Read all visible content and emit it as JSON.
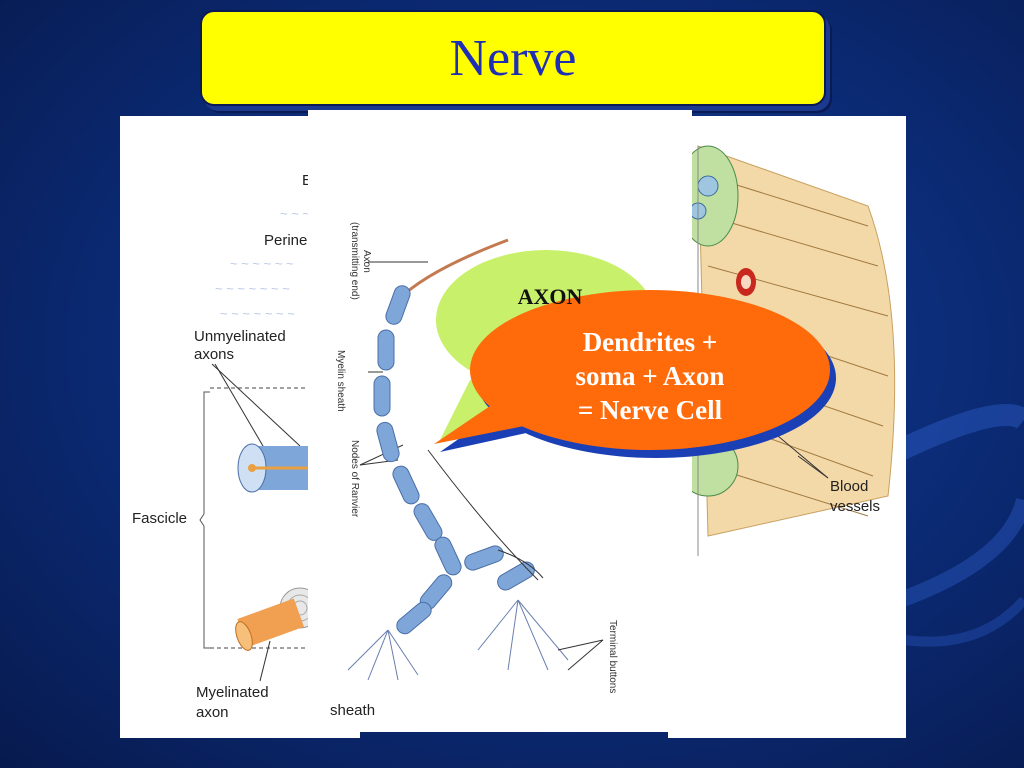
{
  "slide": {
    "title": "Nerve"
  },
  "left_panel": {
    "letter_e": "E",
    "perineurium": "Perine",
    "unmyelinated_1": "Unmyelinated",
    "unmyelinated_2": "axons",
    "fascicle": "Fascicle",
    "myelinated_1": "Myelinated",
    "myelinated_2": "axon"
  },
  "center_panel": {
    "axon_label_1": "Axon",
    "axon_label_2": "(transmitting end)",
    "myelin_sheath": "Myelin sheath",
    "nodes_of_ranvier": "Nodes of Ranvier",
    "terminal_buttons": "Terminal buttons",
    "sheath": "sheath"
  },
  "right_panel": {
    "blood_1": "Blood",
    "blood_2": "vessels"
  },
  "callouts": {
    "axon": "AXON",
    "main_1": "Dendrites +",
    "main_2": "soma + Axon",
    "main_3": "= Nerve Cell"
  },
  "colors": {
    "title_bg": "#ffff00",
    "title_text": "#1f2fb5",
    "callout_orange": "#ff6a0a",
    "callout_green": "#c8f06a",
    "background": "#0b2a74"
  }
}
